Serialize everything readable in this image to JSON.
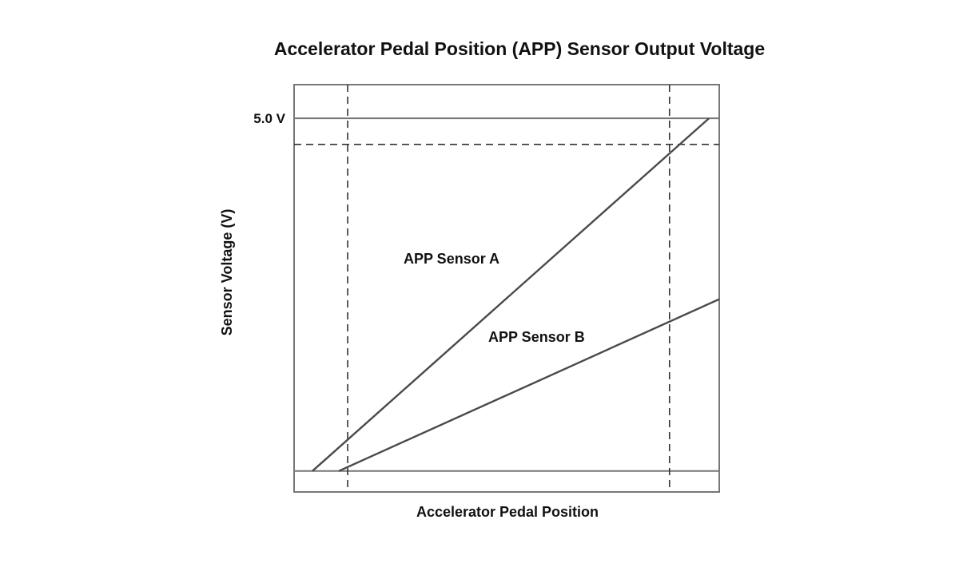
{
  "chart_data": {
    "type": "line",
    "title": "Accelerator Pedal Position (APP) Sensor Output Voltage",
    "xlabel": "Accelerator Pedal Position",
    "ylabel": "Sensor Voltage (V)",
    "xlim": [
      0,
      100
    ],
    "ylim": [
      0,
      5.45
    ],
    "yticks": [
      {
        "value": 5.0,
        "label": "5.0 V"
      }
    ],
    "grid": false,
    "reference_lines": {
      "horizontal_solid": [
        0.28,
        5.0
      ],
      "horizontal_dashed": [
        4.65
      ],
      "vertical_dashed": [
        12.6,
        88.3
      ]
    },
    "series": [
      {
        "name": "APP Sensor A",
        "x": [
          4.3,
          97.6
        ],
        "y": [
          0.28,
          5.0
        ]
      },
      {
        "name": "APP Sensor B",
        "x": [
          10.5,
          100
        ],
        "y": [
          0.28,
          2.58
        ]
      }
    ],
    "colors": {
      "line": "#4a4a4a",
      "frame": "#777777",
      "text": "#111111"
    }
  }
}
